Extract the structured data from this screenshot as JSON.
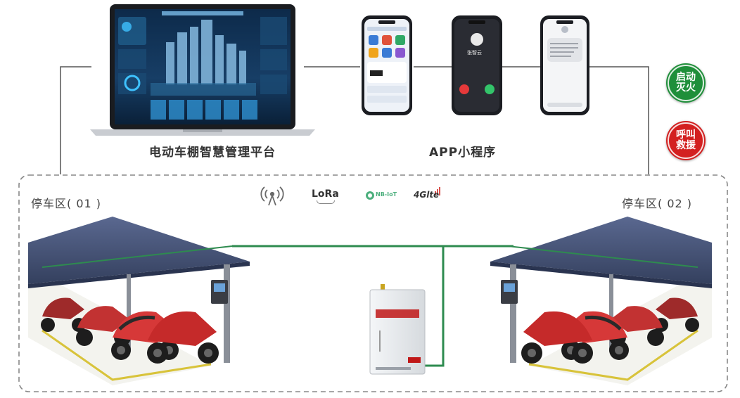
{
  "platform": {
    "caption": "电动车棚智慧管理平台"
  },
  "app": {
    "caption": "APP小程序"
  },
  "phone_call": {
    "caller_name": "张智云"
  },
  "zones": {
    "left": "停车区( 01 )",
    "right": "停车区( 02 )"
  },
  "protocols": {
    "lora": "LoRa",
    "nbiot": "NB-IoT",
    "lte": "4Glte"
  },
  "badges": {
    "fire": {
      "line1": "启动",
      "line2": "灭火",
      "color": "#1f8f3a"
    },
    "rescue": {
      "line1": "呼叫",
      "line2": "救援",
      "color": "#d32020"
    }
  },
  "icons": {
    "wireless": "wireless-antenna-icon",
    "lora": "lora-logo",
    "nbiot": "nb-iot-logo",
    "lte": "4g-lte-logo"
  },
  "colors": {
    "link_line": "#2e8b4f",
    "frame_dash": "#888888",
    "canopy": "#4a5878",
    "control_box": "#e8ebee",
    "box_label": "#c01818"
  }
}
